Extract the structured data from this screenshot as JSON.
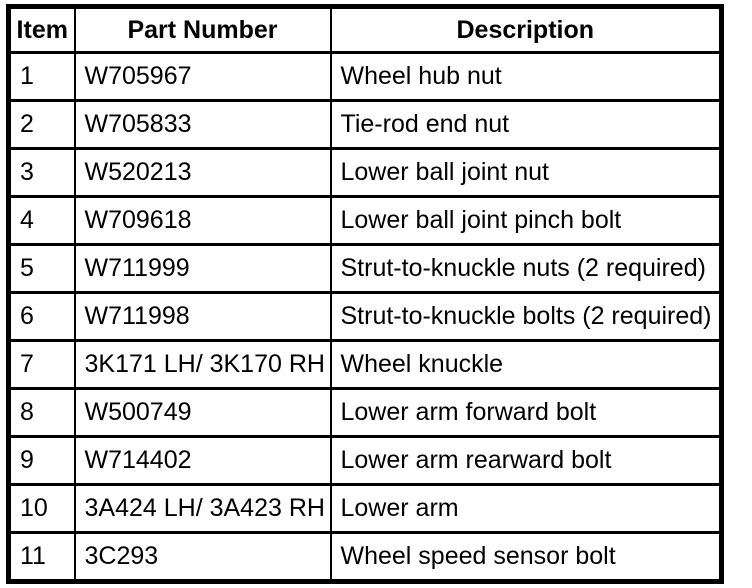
{
  "table": {
    "headers": {
      "item": "Item",
      "part_number": "Part Number",
      "description": "Description"
    },
    "rows": [
      {
        "item": "1",
        "part_number": "W705967",
        "description": "Wheel hub nut"
      },
      {
        "item": "2",
        "part_number": "W705833",
        "description": "Tie-rod end nut"
      },
      {
        "item": "3",
        "part_number": "W520213",
        "description": "Lower ball joint nut"
      },
      {
        "item": "4",
        "part_number": "W709618",
        "description": "Lower ball joint pinch bolt"
      },
      {
        "item": "5",
        "part_number": "W711999",
        "description": "Strut-to-knuckle nuts (2 required)"
      },
      {
        "item": "6",
        "part_number": "W711998",
        "description": "Strut-to-knuckle bolts (2 required)"
      },
      {
        "item": "7",
        "part_number": "3K171 LH/ 3K170 RH",
        "description": "Wheel knuckle"
      },
      {
        "item": "8",
        "part_number": "W500749",
        "description": "Lower arm forward bolt"
      },
      {
        "item": "9",
        "part_number": "W714402",
        "description": "Lower arm rearward bolt"
      },
      {
        "item": "10",
        "part_number": "3A424 LH/ 3A423 RH",
        "description": "Lower arm"
      },
      {
        "item": "11",
        "part_number": "3C293",
        "description": "Wheel speed sensor bolt"
      }
    ],
    "colors": {
      "border": "#000000",
      "text": "#000000",
      "background": "#ffffff"
    }
  }
}
